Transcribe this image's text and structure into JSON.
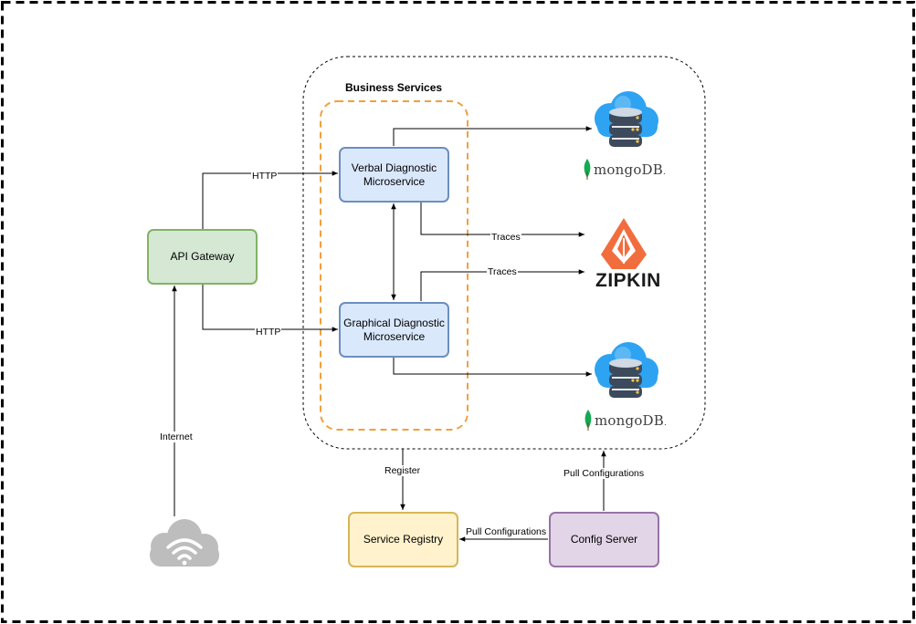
{
  "group": {
    "title": "Business Services"
  },
  "nodes": {
    "api_gateway": "API Gateway",
    "verbal": "Verbal Diagnostic\nMicroservice",
    "graphical": "Graphical Diagnostic\nMicroservice",
    "service_registry": "Service Registry",
    "config_server": "Config Server"
  },
  "edges": {
    "http_top": "HTTP",
    "http_bottom": "HTTP",
    "traces_top": "Traces",
    "traces_bottom": "Traces",
    "internet": "Internet",
    "register": "Register",
    "pull_config_left": "Pull Configurations",
    "pull_config_up": "Pull Configurations"
  },
  "logos": {
    "mongodb_top": "mongoDB",
    "mongodb_bottom": "mongoDB",
    "zipkin": "ZIPKIN"
  },
  "colors": {
    "green_fill": "#d5e8d4",
    "green_stroke": "#82b366",
    "blue_fill": "#dae8fc",
    "blue_stroke": "#6c8ebf",
    "yellow_fill": "#fff2cc",
    "yellow_stroke": "#d6b656",
    "purple_fill": "#e1d5e7",
    "purple_stroke": "#9673a6",
    "orange_dash": "#f0a040",
    "zipkin_orange": "#f26d3d",
    "mongo_green": "#13aa52",
    "cloud_blue": "#2ea3f2"
  },
  "icons": [
    "database-cloud-icon",
    "zipkin-logo",
    "wifi-cloud-icon",
    "mongodb-leaf-icon"
  ]
}
